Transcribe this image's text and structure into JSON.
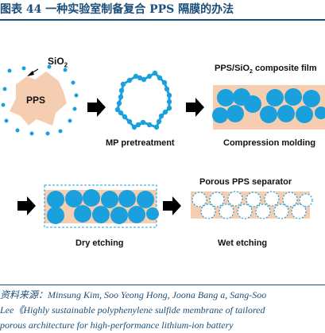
{
  "header": {
    "title": "图表 44 一种实验室制备复合 PPS 隔膜的办法"
  },
  "diagram": {
    "sio2_label": "SiO",
    "sio2_subscript": "2",
    "pps_label": "PPS",
    "stage_mp": "MP pretreatment",
    "film_title_prefix": "PPS/SiO",
    "film_title_sub": "2",
    "film_title_suffix": " composite film",
    "stage_compression": "Compression molding",
    "stage_dry": "Dry etching",
    "porous_title": "Porous PPS separator",
    "stage_wet": "Wet etching"
  },
  "colors": {
    "title": "#1c4e7a",
    "pps": "#f5cdb0",
    "sio2": "#1aa0dc",
    "arrow": "#000000"
  },
  "source": {
    "line1": "资料来源：Minsung Kim, Soo Yeong Hong, Joona Bang a, Sang-Soo",
    "line2": "Lee《Highly sustainable polyphenylene sulfide membrane of tailored",
    "line3": "porous architecture for high-performance lithium-ion battery"
  }
}
